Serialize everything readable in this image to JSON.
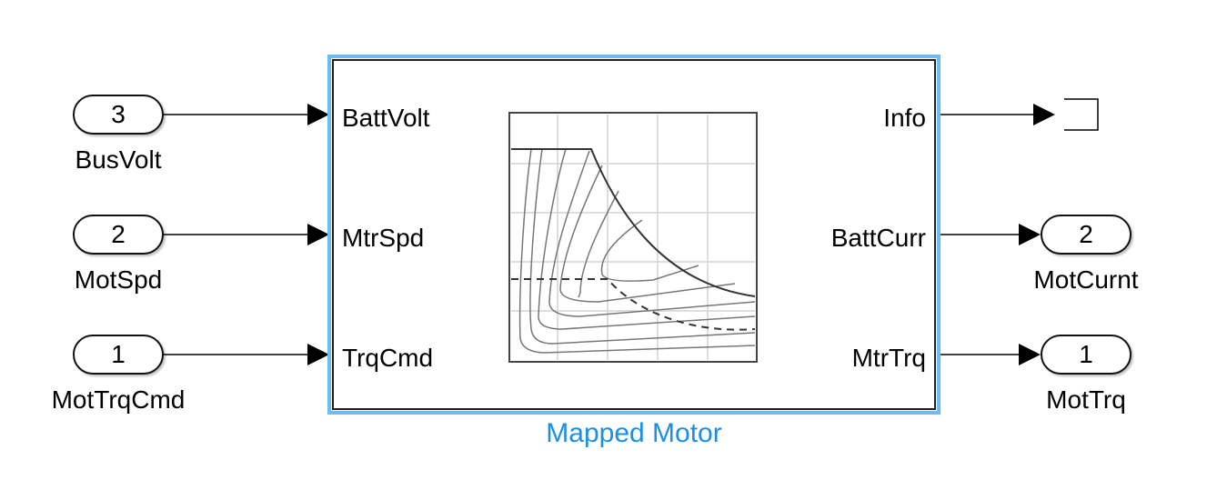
{
  "block": {
    "name": "Mapped Motor",
    "icon": "motor-efficiency-map-icon",
    "selection_color": "#6bbcf5",
    "label_color": "#1a8fe8",
    "inputs": [
      {
        "label": "BattVolt"
      },
      {
        "label": "MtrSpd"
      },
      {
        "label": "TrqCmd"
      }
    ],
    "outputs": [
      {
        "label": "Info"
      },
      {
        "label": "BattCurr"
      },
      {
        "label": "MtrTrq"
      }
    ]
  },
  "inports": [
    {
      "number": "3",
      "name": "BusVolt"
    },
    {
      "number": "2",
      "name": "MotSpd"
    },
    {
      "number": "1",
      "name": "MotTrqCmd"
    }
  ],
  "outports": [
    {
      "number": "2",
      "name": "MotCurnt"
    },
    {
      "number": "1",
      "name": "MotTrq"
    }
  ],
  "terminator": {
    "icon": "terminator-icon"
  }
}
